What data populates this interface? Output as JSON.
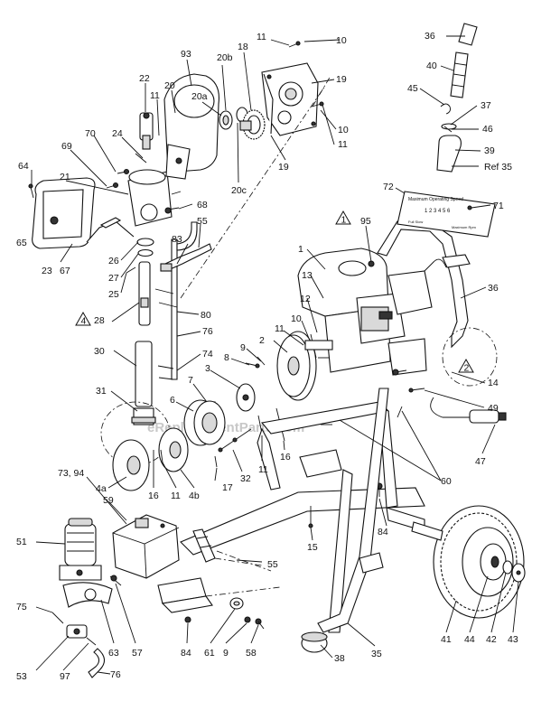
{
  "watermark": "eReplacementParts.com",
  "plate_text": {
    "title": "Maximum Operating Speed",
    "digits": "1 2 3 4 5 6",
    "left_word": "Full Slow",
    "right_word": "Maximum Rpm"
  },
  "labels": [
    {
      "id": "1",
      "text": "1"
    },
    {
      "id": "2",
      "text": "2"
    },
    {
      "id": "3",
      "text": "3"
    },
    {
      "id": "4a",
      "text": "4a"
    },
    {
      "id": "4b",
      "text": "4b"
    },
    {
      "id": "6",
      "text": "6"
    },
    {
      "id": "7",
      "text": "7"
    },
    {
      "id": "8",
      "text": "8"
    },
    {
      "id": "9a",
      "text": "9"
    },
    {
      "id": "9b",
      "text": "9"
    },
    {
      "id": "10a",
      "text": "10"
    },
    {
      "id": "10b",
      "text": "10"
    },
    {
      "id": "10c",
      "text": "10"
    },
    {
      "id": "11a",
      "text": "11"
    },
    {
      "id": "11b",
      "text": "11"
    },
    {
      "id": "11c",
      "text": "11"
    },
    {
      "id": "11d",
      "text": "11"
    },
    {
      "id": "11e",
      "text": "11"
    },
    {
      "id": "11f",
      "text": "11"
    },
    {
      "id": "12",
      "text": "12"
    },
    {
      "id": "13",
      "text": "13"
    },
    {
      "id": "14",
      "text": "14"
    },
    {
      "id": "15",
      "text": "15"
    },
    {
      "id": "16a",
      "text": "16"
    },
    {
      "id": "16b",
      "text": "16"
    },
    {
      "id": "17",
      "text": "17"
    },
    {
      "id": "18",
      "text": "18"
    },
    {
      "id": "19a",
      "text": "19"
    },
    {
      "id": "19b",
      "text": "19"
    },
    {
      "id": "20",
      "text": "20"
    },
    {
      "id": "20a",
      "text": "20a"
    },
    {
      "id": "20b",
      "text": "20b"
    },
    {
      "id": "20c",
      "text": "20c"
    },
    {
      "id": "21",
      "text": "21"
    },
    {
      "id": "22",
      "text": "22"
    },
    {
      "id": "23",
      "text": "23"
    },
    {
      "id": "24",
      "text": "24"
    },
    {
      "id": "25",
      "text": "25"
    },
    {
      "id": "26",
      "text": "26"
    },
    {
      "id": "27",
      "text": "27"
    },
    {
      "id": "28",
      "text": "28"
    },
    {
      "id": "30",
      "text": "30"
    },
    {
      "id": "31",
      "text": "31"
    },
    {
      "id": "32",
      "text": "32"
    },
    {
      "id": "35",
      "text": "35"
    },
    {
      "id": "36a",
      "text": "36"
    },
    {
      "id": "36b",
      "text": "36"
    },
    {
      "id": "37",
      "text": "37"
    },
    {
      "id": "38",
      "text": "38"
    },
    {
      "id": "39",
      "text": "39"
    },
    {
      "id": "40",
      "text": "40"
    },
    {
      "id": "41",
      "text": "41"
    },
    {
      "id": "42",
      "text": "42"
    },
    {
      "id": "43",
      "text": "43"
    },
    {
      "id": "44",
      "text": "44"
    },
    {
      "id": "45",
      "text": "45"
    },
    {
      "id": "46",
      "text": "46"
    },
    {
      "id": "47",
      "text": "47"
    },
    {
      "id": "49",
      "text": "49"
    },
    {
      "id": "51",
      "text": "51"
    },
    {
      "id": "53",
      "text": "53"
    },
    {
      "id": "55a",
      "text": "55"
    },
    {
      "id": "55b",
      "text": "55"
    },
    {
      "id": "57",
      "text": "57"
    },
    {
      "id": "58",
      "text": "58"
    },
    {
      "id": "59",
      "text": "59"
    },
    {
      "id": "60",
      "text": "60"
    },
    {
      "id": "61",
      "text": "61"
    },
    {
      "id": "63",
      "text": "63"
    },
    {
      "id": "64",
      "text": "64"
    },
    {
      "id": "65",
      "text": "65"
    },
    {
      "id": "67",
      "text": "67"
    },
    {
      "id": "68",
      "text": "68"
    },
    {
      "id": "69",
      "text": "69"
    },
    {
      "id": "70",
      "text": "70"
    },
    {
      "id": "71",
      "text": "71"
    },
    {
      "id": "72",
      "text": "72"
    },
    {
      "id": "73",
      "text": "73, 94"
    },
    {
      "id": "74",
      "text": "74"
    },
    {
      "id": "75",
      "text": "75"
    },
    {
      "id": "76a",
      "text": "76"
    },
    {
      "id": "76b",
      "text": "76"
    },
    {
      "id": "80",
      "text": "80"
    },
    {
      "id": "83",
      "text": "83"
    },
    {
      "id": "84a",
      "text": "84"
    },
    {
      "id": "84b",
      "text": "84"
    },
    {
      "id": "93",
      "text": "93"
    },
    {
      "id": "95",
      "text": "95"
    },
    {
      "id": "97",
      "text": "97"
    },
    {
      "id": "ref35",
      "text": "Ref 35"
    }
  ],
  "warning_tags": [
    {
      "id": "w1",
      "text": "1"
    },
    {
      "id": "w2",
      "text": "2"
    },
    {
      "id": "w4",
      "text": "4"
    }
  ]
}
